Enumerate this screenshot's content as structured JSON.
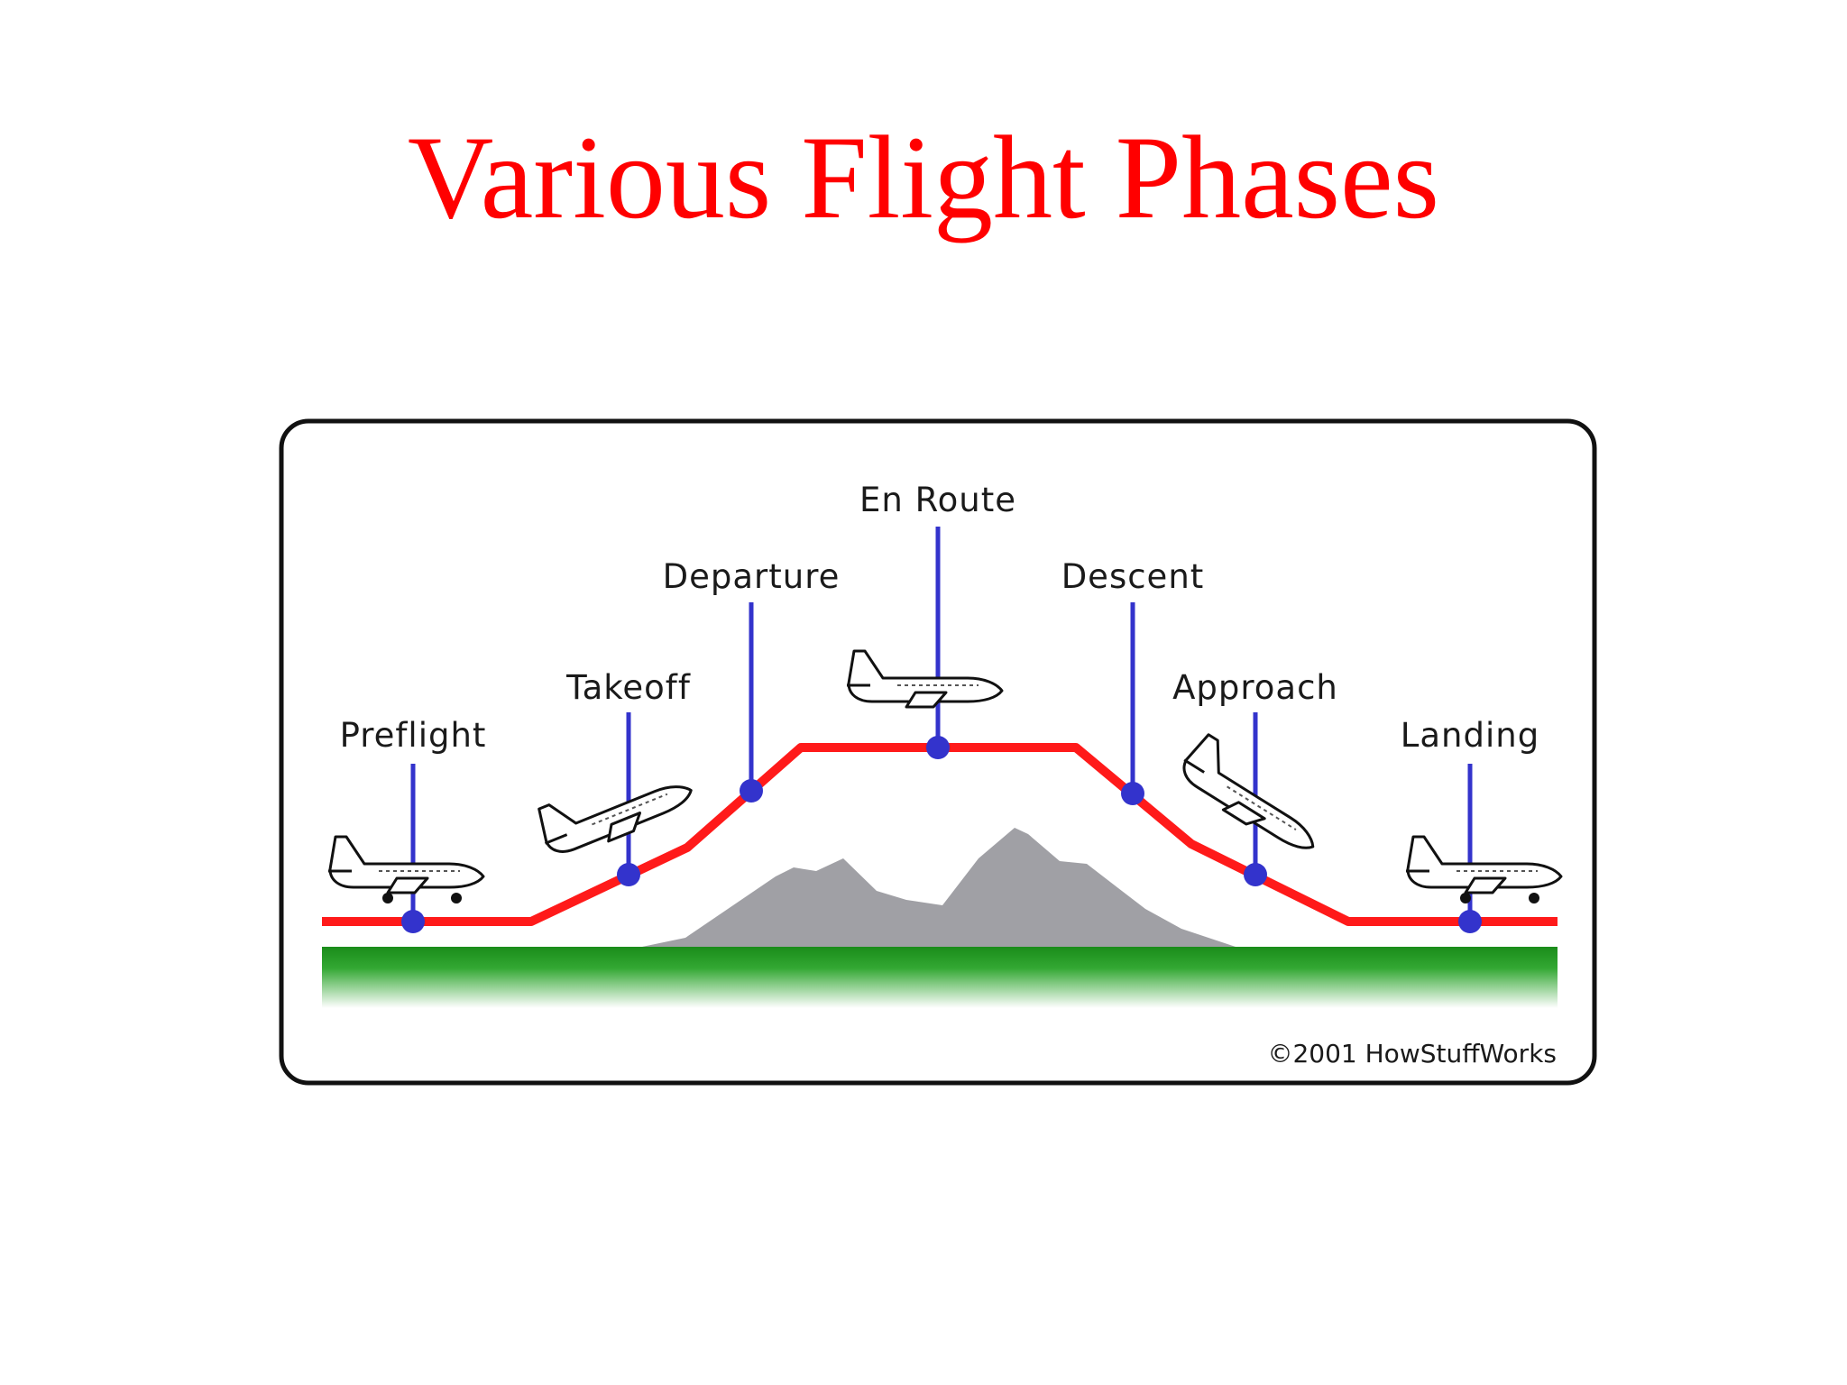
{
  "title": "Various Flight Phases",
  "phases": [
    {
      "id": "preflight",
      "label": "Preflight"
    },
    {
      "id": "takeoff",
      "label": "Takeoff"
    },
    {
      "id": "departure",
      "label": "Departure"
    },
    {
      "id": "en-route",
      "label": "En Route"
    },
    {
      "id": "descent",
      "label": "Descent"
    },
    {
      "id": "approach",
      "label": "Approach"
    },
    {
      "id": "landing",
      "label": "Landing"
    }
  ],
  "credit": "©2001 HowStuffWorks",
  "colors": {
    "title": "#ff0000",
    "flight_path": "#ff1a1a",
    "markers": "#3333cc",
    "ground": "#1a8c1a",
    "mountains": "#a0a0a5",
    "frame": "#111111"
  }
}
